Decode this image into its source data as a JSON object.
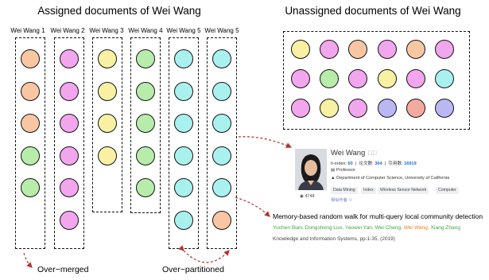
{
  "titles": {
    "assigned": "Assigned documents of Wei Wang",
    "unassigned": "Unassigned documents of Wei Wang"
  },
  "columns": [
    {
      "label": "Wei Wang 1",
      "colors": [
        "orange",
        "orange",
        "orange",
        "green",
        "green"
      ]
    },
    {
      "label": "Wei Wang 2",
      "colors": [
        "pink",
        "pink",
        "pink",
        "pink",
        "pink",
        "pink"
      ]
    },
    {
      "label": "Wei Wang 3",
      "colors": [
        "yellow",
        "yellow",
        "yellow",
        "yellow"
      ]
    },
    {
      "label": "Wei Wang 4",
      "colors": [
        "green",
        "green",
        "green",
        "green",
        "green"
      ]
    },
    {
      "label": "Wei Wang 5",
      "colors": [
        "cyan",
        "cyan",
        "cyan",
        "cyan",
        "cyan",
        "cyan"
      ]
    },
    {
      "label": "Wei Wang 5",
      "colors": [
        "cyan",
        "cyan",
        "cyan",
        "cyan",
        "cyan",
        "orange"
      ]
    }
  ],
  "unassigned_grid": [
    [
      "yellow",
      "pink",
      "orange",
      "pink",
      "orange",
      "pink"
    ],
    [
      "pink",
      "green",
      "pink",
      "yellow",
      "pink",
      "cyan"
    ],
    [
      "pink",
      "yellow",
      "pink",
      "blue",
      "salmon",
      "blue"
    ]
  ],
  "captions": {
    "over_merged": "Over−merged",
    "over_partitioned": "Over−partitioned"
  },
  "profile": {
    "name": "Wei Wang",
    "metrics_text": "h-index: 60  |  论文数: 364  |  引用数: 16919",
    "h_index": "60",
    "papers": "364",
    "citations": "16919",
    "position": "Professor",
    "affiliation": "Department of Computer Science, University of California",
    "tags": [
      "Data Mining",
      "Index",
      "Wireless Sensor Network",
      "Computer"
    ],
    "more_link": "相似作者 ∨",
    "views": "4748"
  },
  "paper": {
    "title": "Memory-based random walk for multi-query local community detection",
    "authors": [
      "Yuchen Bian",
      "Dongsheng Luo",
      "Yaowei Yan",
      "Wei Cheng",
      "Wei Wang",
      "Xiang Zhang"
    ],
    "highlight_author": "Wei Wang",
    "venue": "Knowledge and Information Systems, pp.1-35, (2019)"
  },
  "colors": {
    "orange": "#f9c6a4",
    "pink": "#f2a6ee",
    "yellow": "#f8f1a4",
    "green": "#b8ecaa",
    "cyan": "#a8f1ef",
    "blue": "#b9b8f2",
    "salmon": "#f5aaa0",
    "author_green": "#3da83d",
    "author_highlight": "#ef7a1a",
    "metric_blue": "#1f6fd1",
    "arrow_red": "#b8322e"
  }
}
